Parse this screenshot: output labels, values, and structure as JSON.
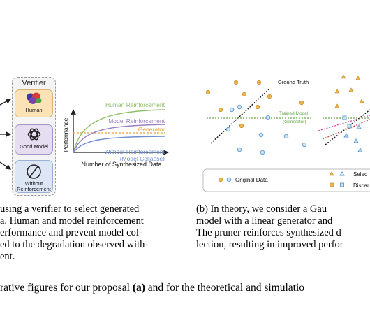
{
  "panel_a": {
    "verifier_title": "Verifier",
    "human_label": "Human",
    "good_model_label": "Good Model",
    "without_label_1": "Without",
    "without_label_2": "Reinforcement",
    "chart_data": {
      "type": "line",
      "xlabel": "Number of Synthesized Data",
      "ylabel": "Performance",
      "series": [
        {
          "name": "Human Reinforcement",
          "color": "#8fbf6a",
          "style": "solid",
          "level": "highest"
        },
        {
          "name": "Model Reinforcement",
          "color": "#9a7ec4",
          "style": "solid",
          "level": "second"
        },
        {
          "name": "Generator",
          "color": "#e8a13a",
          "style": "dashed",
          "level": "constant"
        },
        {
          "name": "Without Reinforcement (Model Collapse)",
          "color": "#6f8fce",
          "style": "solid",
          "level": "lowest"
        }
      ],
      "labels": {
        "human": "Human Reinforcement",
        "model": "Model Reinforcement",
        "generator": "Generator",
        "without_1": "Without Reinforcement",
        "without_2": "(Model Collapse)"
      }
    }
  },
  "panel_b": {
    "ground_truth_label": "Ground Truth",
    "trained_model_label_1": "Trained Model",
    "trained_model_label_2": "(Generator)",
    "legend": {
      "original": "Original Data",
      "selected": "Selec",
      "discarded": "Discar"
    }
  },
  "captions": {
    "a_line1": "using a verifier to select generated",
    "a_line2": "a. Human and model reinforcement",
    "a_line3": "erformance and prevent model col-",
    "a_line4": "ed to the degradation observed with-",
    "a_line5": "ent.",
    "b_line1": "(b) In theory, we consider a Gau",
    "b_line2": "model with a linear generator and",
    "b_line3": "The pruner reinforces synthesized d",
    "b_line4": "lection, resulting in improved perfor",
    "fig_pre": "rative figures for our proposal ",
    "fig_bold_a": "(a)",
    "fig_post": " and for the theoretical and simulatio"
  },
  "colors": {
    "orange": "#efb44a",
    "blue": "#7fb6e0",
    "green_dotted": "#6aa84f",
    "pink_dotted": "#e0409a",
    "red_dotted": "#d8383b"
  }
}
